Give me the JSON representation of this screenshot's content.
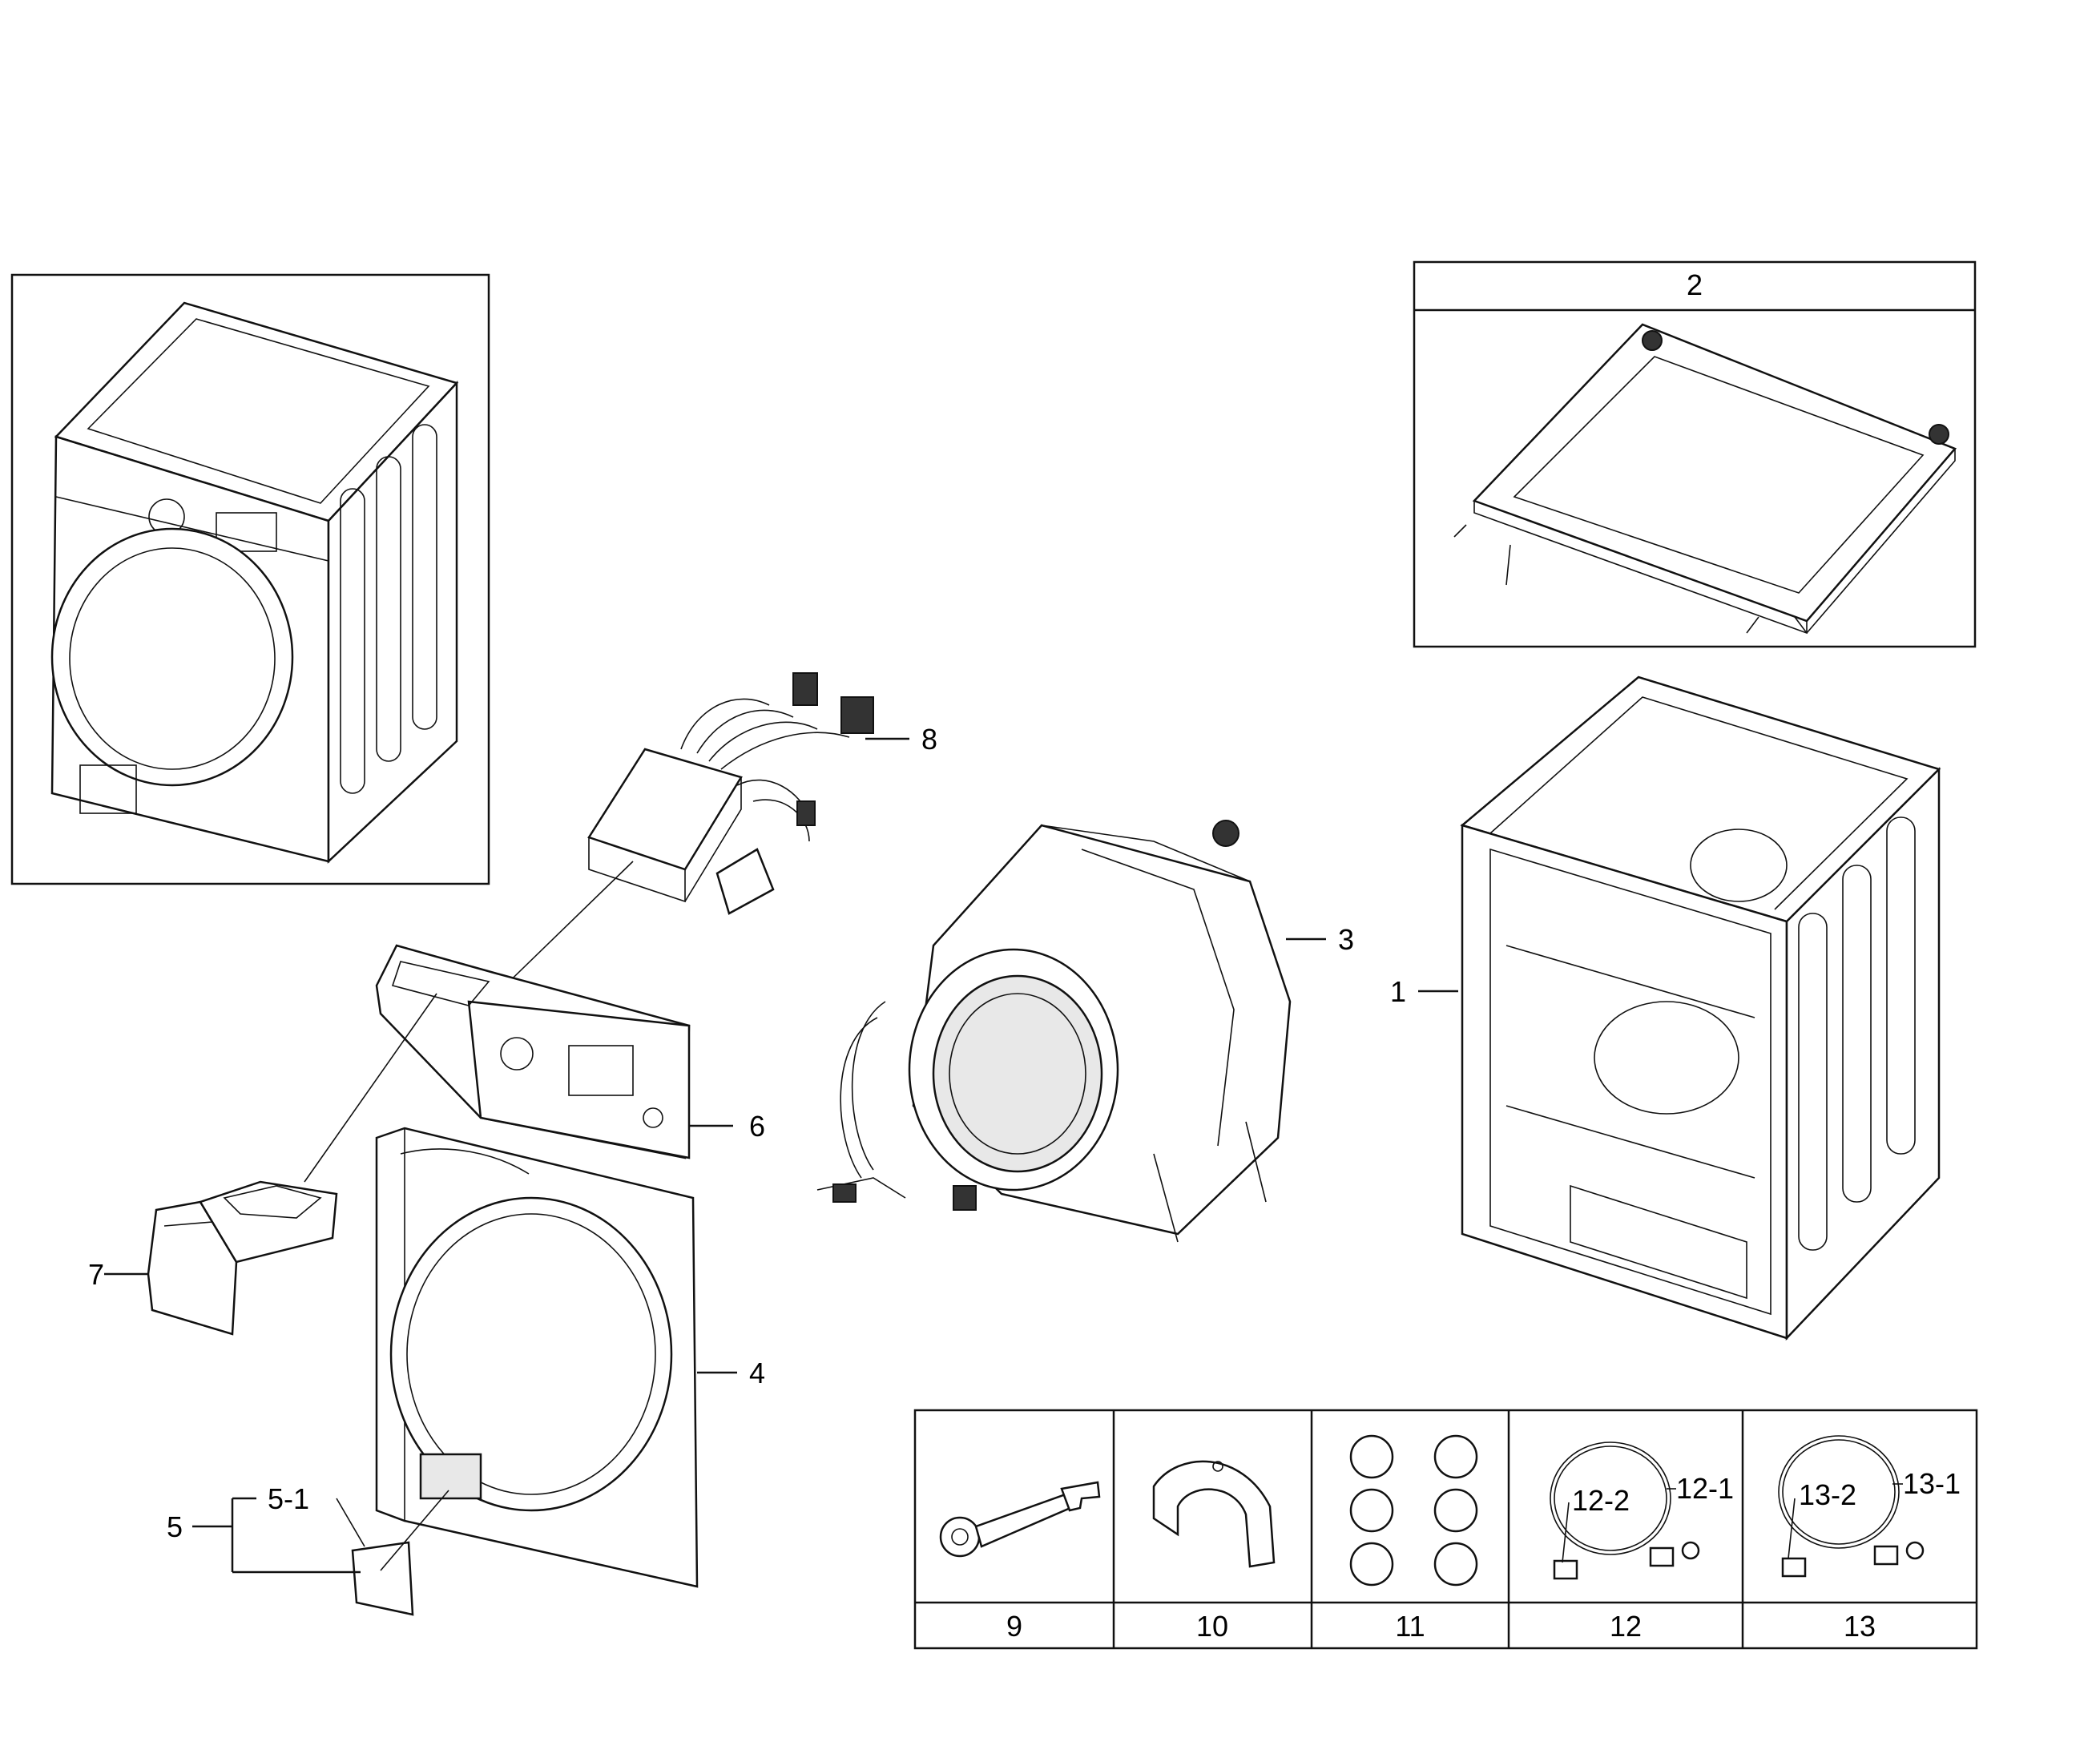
{
  "callouts": {
    "c1": "1",
    "c2": "2",
    "c3": "3",
    "c4": "4",
    "c5": "5",
    "c5_1": "5-1",
    "c6": "6",
    "c7": "7",
    "c8": "8",
    "c12_1": "12-1",
    "c12_2": "12-2",
    "c13_1": "13-1",
    "c13_2": "13-2"
  },
  "accessory_table": {
    "cells": [
      "9",
      "10",
      "11",
      "12",
      "13"
    ]
  }
}
